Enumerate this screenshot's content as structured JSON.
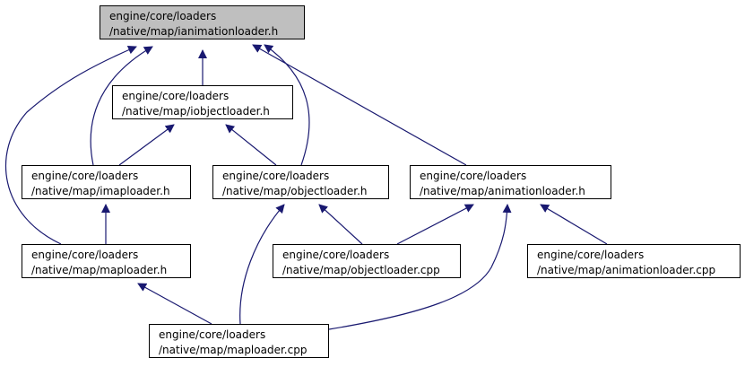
{
  "diagram": {
    "colors": {
      "edge": "#191970",
      "node_border": "#000000",
      "root_fill": "#bfbfbf",
      "node_fill": "#ffffff"
    },
    "nodes": [
      {
        "id": "ianimationloader_h",
        "line1": "engine/core/loaders",
        "line2": "/native/map/ianimationloader.h",
        "root": true
      },
      {
        "id": "iobjectloader_h",
        "line1": "engine/core/loaders",
        "line2": "/native/map/iobjectloader.h"
      },
      {
        "id": "imaploader_h",
        "line1": "engine/core/loaders",
        "line2": "/native/map/imaploader.h"
      },
      {
        "id": "objectloader_h",
        "line1": "engine/core/loaders",
        "line2": "/native/map/objectloader.h"
      },
      {
        "id": "animationloader_h",
        "line1": "engine/core/loaders",
        "line2": "/native/map/animationloader.h"
      },
      {
        "id": "maploader_h",
        "line1": "engine/core/loaders",
        "line2": "/native/map/maploader.h"
      },
      {
        "id": "objectloader_cpp",
        "line1": "engine/core/loaders",
        "line2": "/native/map/objectloader.cpp"
      },
      {
        "id": "animationloader_cpp",
        "line1": "engine/core/loaders",
        "line2": "/native/map/animationloader.cpp"
      },
      {
        "id": "maploader_cpp",
        "line1": "engine/core/loaders",
        "line2": "/native/map/maploader.cpp"
      }
    ],
    "edges": [
      {
        "from": "iobjectloader_h",
        "to": "ianimationloader_h"
      },
      {
        "from": "imaploader_h",
        "to": "ianimationloader_h"
      },
      {
        "from": "maploader_h",
        "to": "ianimationloader_h"
      },
      {
        "from": "objectloader_h",
        "to": "ianimationloader_h"
      },
      {
        "from": "animationloader_h",
        "to": "ianimationloader_h"
      },
      {
        "from": "imaploader_h",
        "to": "iobjectloader_h"
      },
      {
        "from": "objectloader_h",
        "to": "iobjectloader_h"
      },
      {
        "from": "maploader_h",
        "to": "imaploader_h"
      },
      {
        "from": "objectloader_cpp",
        "to": "objectloader_h"
      },
      {
        "from": "maploader_cpp",
        "to": "objectloader_h"
      },
      {
        "from": "objectloader_cpp",
        "to": "animationloader_h"
      },
      {
        "from": "maploader_cpp",
        "to": "animationloader_h"
      },
      {
        "from": "animationloader_cpp",
        "to": "animationloader_h"
      },
      {
        "from": "maploader_cpp",
        "to": "maploader_h"
      }
    ]
  }
}
